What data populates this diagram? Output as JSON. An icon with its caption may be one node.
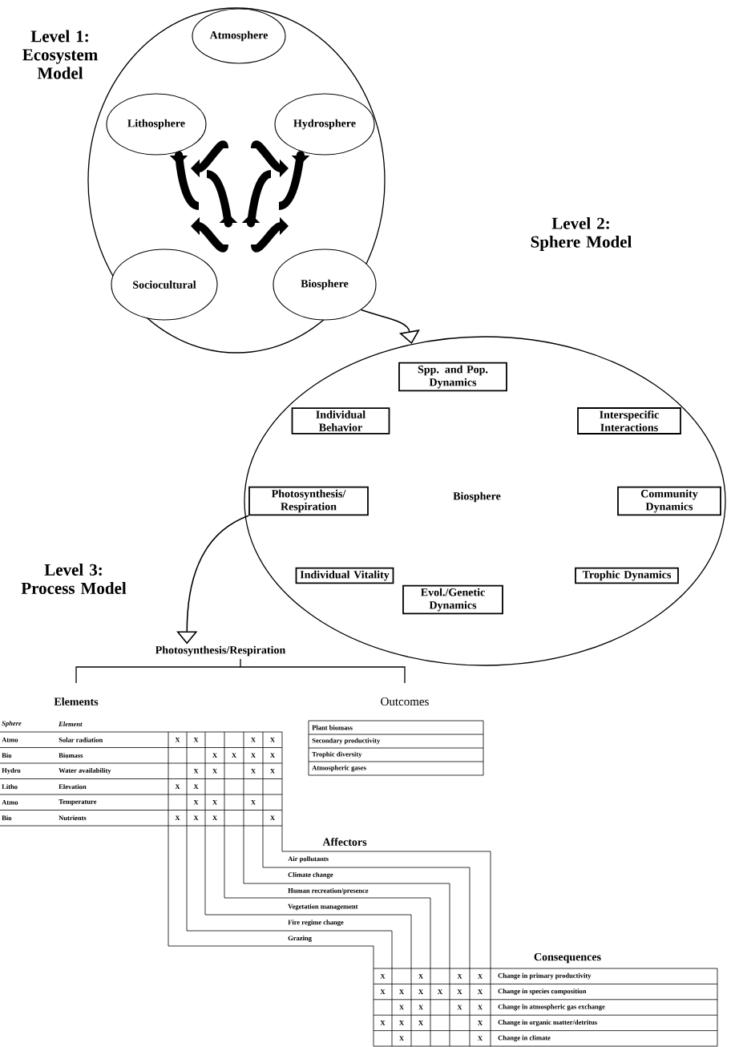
{
  "diagram": {
    "nodes": [
      {
        "text": [],
        "shape": "ellipse"
      },
      {
        "text": [
          "Atmosphere"
        ],
        "in": 0
      },
      {
        "text": [
          "Lithosphere"
        ],
        "in": 0
      },
      {
        "text": [
          "Hydrosphere"
        ],
        "in": 0
      },
      {
        "text": [
          "Sociocultural"
        ],
        "in": 0
      },
      {
        "text": [
          "Biosphere"
        ],
        "in": 0
      },
      {
        "text": [
          "Biosphere"
        ]
      },
      {
        "text": [
          "Spp. and Pop. Dynamics"
        ],
        "in": 6
      },
      {
        "text": [
          "Individual Behavior"
        ],
        "in": 6
      },
      {
        "text": [
          "Interspecific Interactions"
        ],
        "in": 6
      },
      {
        "text": [
          "Photosynthesis/ Respiration"
        ],
        "in": 6
      },
      {
        "text": [
          "Community Dynamics"
        ],
        "in": 6
      },
      {
        "text": [
          "Individual Vitality"
        ],
        "in": 6
      },
      {
        "text": [
          "Trophic Dynamics"
        ],
        "in": 6
      },
      {
        "text": [
          "Evol./Genetic Dynamics"
        ],
        "in": 6
      },
      {
        "text": [
          "Photosynthesis/Respiration"
        ]
      }
    ],
    "edges": [
      {
        "from": 5,
        "to": 6,
        "arrow": "to"
      },
      {
        "from": 10,
        "to": 15,
        "arrow": "to"
      }
    ],
    "labels": [
      "Level 1: Ecosystem Model",
      "Level 2: Sphere Model",
      "Level 3: Process Model",
      "Elements",
      "Outcomes",
      "Sphere",
      "Element",
      "Atmo",
      "Solar radiation",
      "X",
      "X",
      "X",
      "X",
      "Bio",
      "Biomass",
      "X",
      "X",
      "X",
      "X",
      "Hydro",
      "Water availability",
      "X",
      "X",
      "X",
      "X",
      "Litho",
      "Elevation",
      "X",
      "X",
      "Atmo",
      "Temperature",
      "X",
      "X",
      "X",
      "Bio",
      "Nutrients",
      "X",
      "X",
      "X",
      "X",
      "Plant biomass",
      "Secondary productivity",
      "Trophic diversity",
      "Atmospheric gases",
      "Affectors",
      "Air pollutants",
      "Climate change",
      "Human recreation/presence",
      "Vegetation management",
      "Fire regime change",
      "Grazing",
      "Consequences",
      "X",
      "X",
      "X",
      "X",
      "Change in primary productivity",
      "X",
      "X",
      "X",
      "X",
      "X",
      "X",
      "Change in species composition",
      "X",
      "X",
      "X",
      "X",
      "Change in atmospheric gas exchange",
      "X",
      "X",
      "X",
      "X",
      "Change in organic matter/detritus",
      "X",
      "X",
      "Change in climate"
    ]
  }
}
